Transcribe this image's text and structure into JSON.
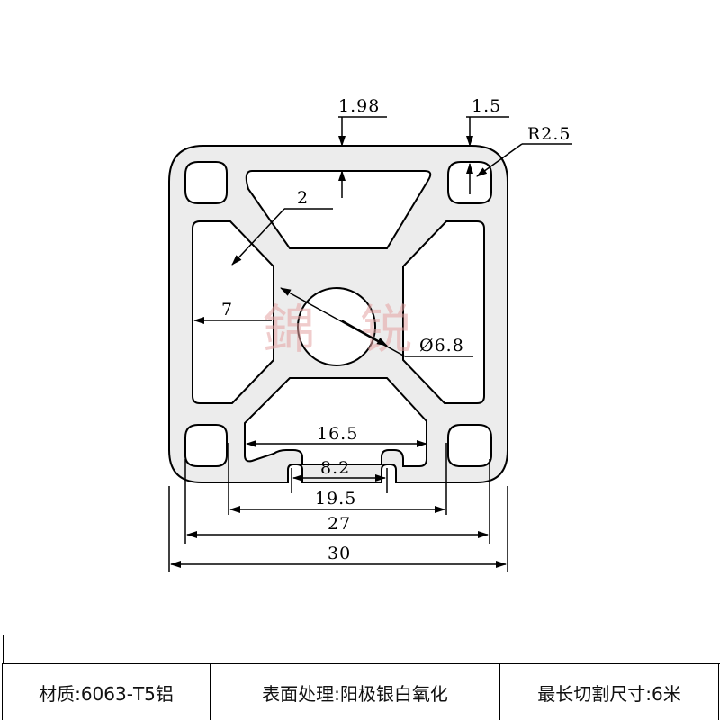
{
  "dimensions": {
    "wall_top": "1.98",
    "slot_lip": "1.5",
    "corner_radius": "R2.5",
    "inner_radius": "2",
    "side_depth": "7",
    "center_hole": "Ø6.8",
    "slot_inner_width": "16.5",
    "slot_opening": "8.2",
    "slot_outer_width": "19.5",
    "inner_span": "27",
    "overall_width": "30"
  },
  "watermark": {
    "char1": "錦",
    "char2": "锐"
  },
  "specs": [
    {
      "label": "材质:6063-T5铝"
    },
    {
      "label": "表面处理:阳极银白氧化"
    },
    {
      "label": "最长切割尺寸:6米"
    }
  ]
}
